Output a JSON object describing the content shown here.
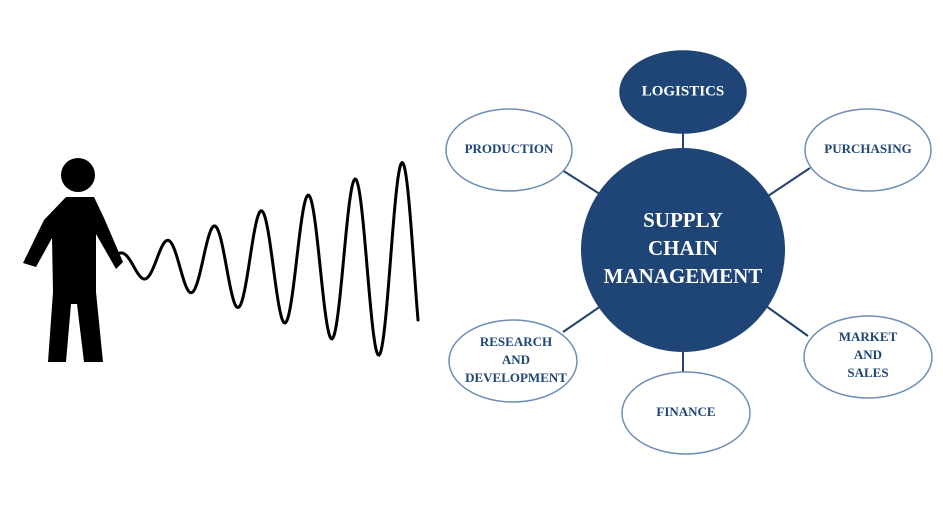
{
  "colors": {
    "node_fill": "#1f4576",
    "node_outline": "#1f4576",
    "outer_fill": "#ffffff",
    "outer_outline": "#6f8db7",
    "outer_text": "#1f4576",
    "center_text": "#ffffff",
    "connector": "#23436e",
    "person": "#000000",
    "wave": "#000000"
  },
  "diagram": {
    "center": {
      "lines": [
        "SUPPLY",
        "CHAIN",
        "MANAGEMENT"
      ]
    },
    "nodes": {
      "logistics": {
        "lines": [
          "LOGISTICS"
        ]
      },
      "production": {
        "lines": [
          "PRODUCTION"
        ]
      },
      "purchasing": {
        "lines": [
          "PURCHASING"
        ]
      },
      "research": {
        "lines": [
          "RESEARCH",
          "AND",
          "DEVELOPMENT"
        ]
      },
      "market": {
        "lines": [
          "MARKET",
          "AND",
          "SALES"
        ]
      },
      "finance": {
        "lines": [
          "FINANCE"
        ]
      }
    }
  },
  "illustration": {
    "person": {
      "icon": "person-holding-rope-icon"
    },
    "wave": {
      "icon": "growing-whip-wave-icon"
    }
  }
}
